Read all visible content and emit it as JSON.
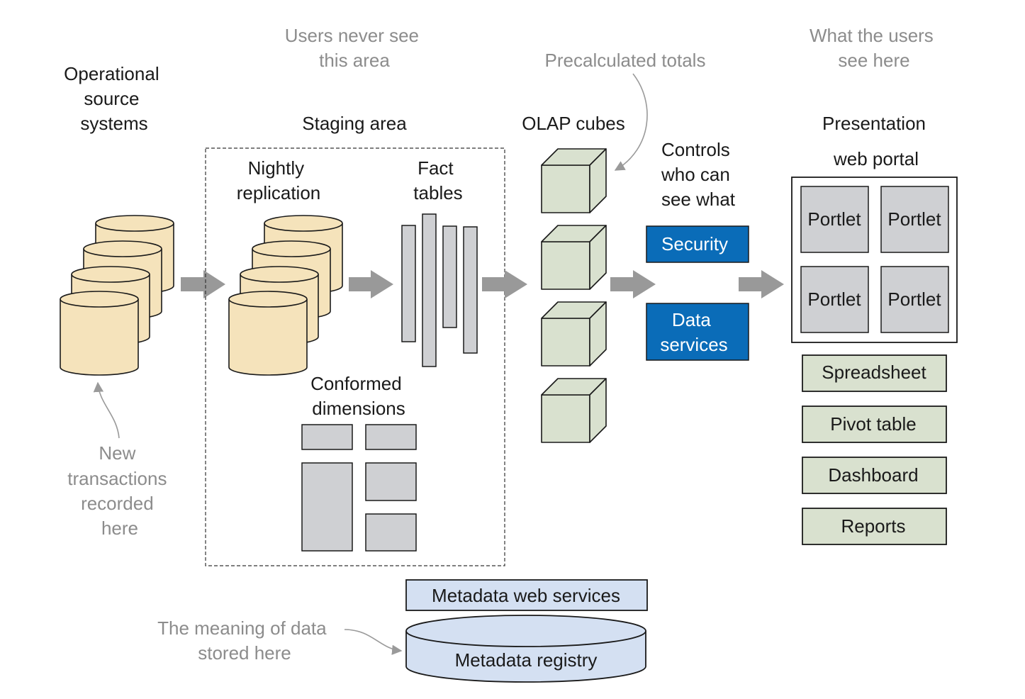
{
  "labels": {
    "users_never_see": [
      "Users never see",
      "this area"
    ],
    "what_users_see": [
      "What the users",
      "see here"
    ],
    "precalculated": "Precalculated totals",
    "operational": [
      "Operational",
      "source",
      "systems"
    ],
    "staging_area": "Staging area",
    "olap_cubes": "OLAP cubes",
    "presentation": [
      "Presentation",
      "web portal"
    ],
    "nightly_replication": [
      "Nightly",
      "replication"
    ],
    "fact_tables": [
      "Fact",
      "tables"
    ],
    "controls": [
      "Controls",
      "who can",
      "see what"
    ],
    "conformed_dimensions": [
      "Conformed",
      "dimensions"
    ],
    "new_transactions": [
      "New",
      "transactions",
      "recorded",
      "here"
    ],
    "meaning_of_data": [
      "The meaning of data",
      "stored here"
    ]
  },
  "services": {
    "security": "Security",
    "data_services": [
      "Data",
      "services"
    ]
  },
  "portlets": [
    "Portlet",
    "Portlet",
    "Portlet",
    "Portlet"
  ],
  "tools": [
    "Spreadsheet",
    "Pivot table",
    "Dashboard",
    "Reports"
  ],
  "metadata": {
    "web_services": "Metadata web services",
    "registry": "Metadata registry"
  },
  "colors": {
    "database": "#f5e3bb",
    "cube": "#d9e1cf",
    "service": "#0a6cb8",
    "metadata": "#d4e0f2",
    "table": "#cfd0d3",
    "arrow": "#999999",
    "annotation": "#8c8c8c"
  }
}
